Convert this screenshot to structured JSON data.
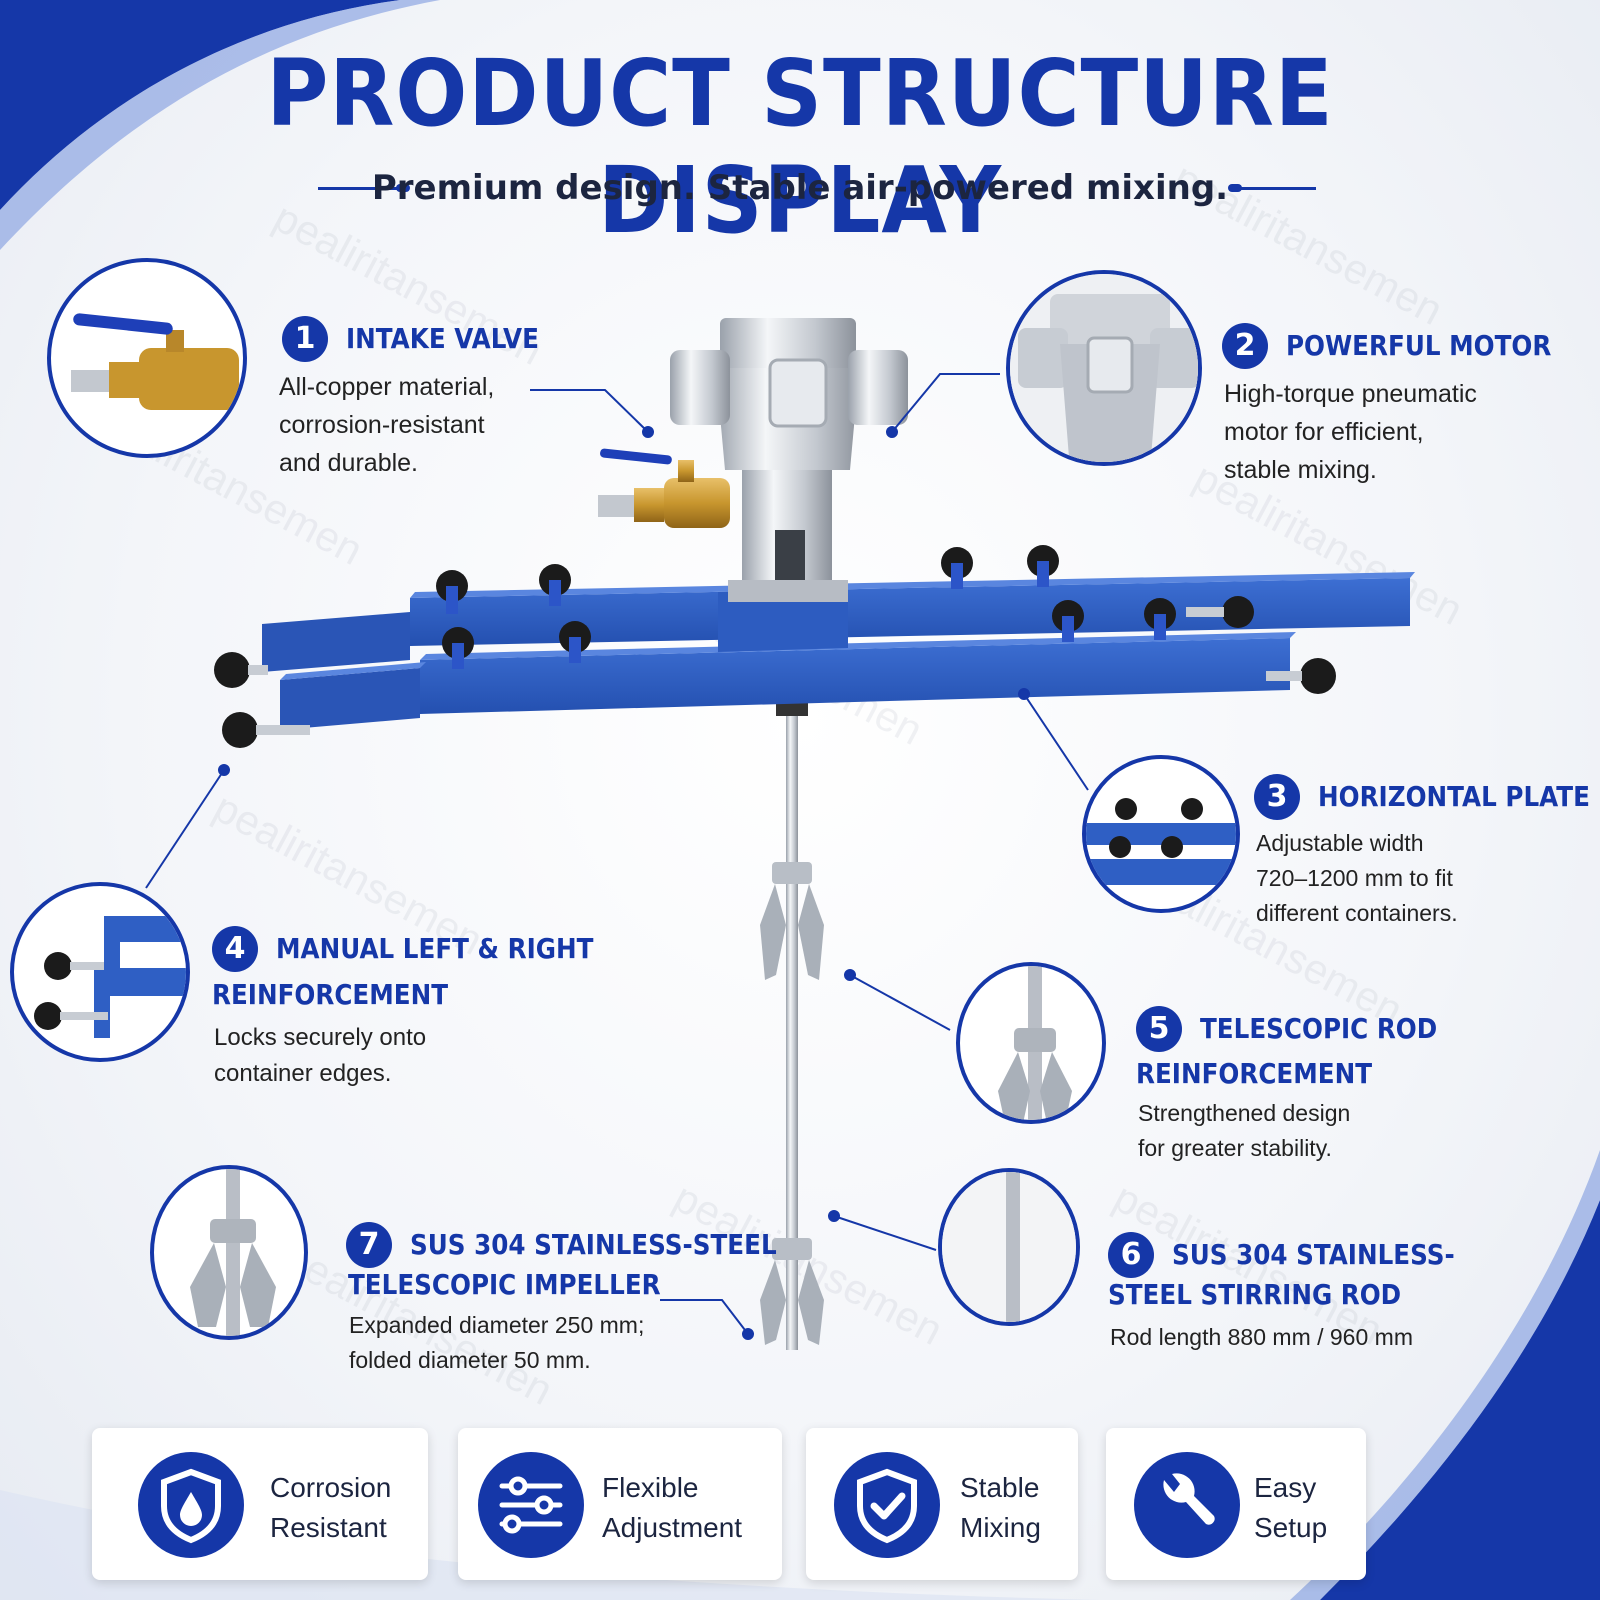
{
  "header": {
    "title": "PRODUCT STRUCTURE DISPLAY",
    "subtitle": "Premium design. Stable air-powered mixing."
  },
  "features": [
    {
      "number": "1",
      "title": "INTAKE VALVE",
      "desc": [
        "All-copper material,",
        "corrosion-resistant",
        "and durable."
      ]
    },
    {
      "number": "2",
      "title": "POWERFUL MOTOR",
      "desc": [
        "High-torque pneumatic",
        "motor for efficient,",
        "stable mixing."
      ]
    },
    {
      "number": "3",
      "title": "HORIZONTAL PLATE",
      "desc": [
        "Adjustable width",
        "720–1200 mm to fit",
        "different containers."
      ]
    },
    {
      "number": "4",
      "title": [
        "MANUAL LEFT & RIGHT",
        "REINFORCEMENT"
      ],
      "desc": [
        "Locks securely onto",
        "container edges."
      ]
    },
    {
      "number": "5",
      "title": [
        "TELESCOPIC ROD",
        "REINFORCEMENT"
      ],
      "desc": [
        "Strengthened design",
        "for greater stability."
      ]
    },
    {
      "number": "6",
      "title": [
        "SUS 304 STAINLESS-",
        "STEEL STIRRING ROD"
      ],
      "desc": [
        "Rod length 880 mm / 960 mm"
      ]
    },
    {
      "number": "7",
      "title": [
        "SUS 304 STAINLESS-STEEL",
        "TELESCOPIC IMPELLER"
      ],
      "desc": [
        "Expanded diameter 250 mm;",
        "folded diameter 50 mm."
      ]
    }
  ],
  "benefits": [
    {
      "label": [
        "Corrosion",
        "Resistant"
      ],
      "icon": "shield-drop-icon"
    },
    {
      "label": [
        "Flexible",
        "Adjustment"
      ],
      "icon": "sliders-icon"
    },
    {
      "label": [
        "Stable",
        "Mixing"
      ],
      "icon": "shield-check-icon"
    },
    {
      "label": [
        "Easy",
        "Setup"
      ],
      "icon": "wrench-icon"
    }
  ],
  "watermark": "pealiritansemen",
  "colors": {
    "accent": "#1537a8",
    "frame": "#2f5fc4",
    "steel": "#c9ced6",
    "brass": "#c8962e"
  }
}
